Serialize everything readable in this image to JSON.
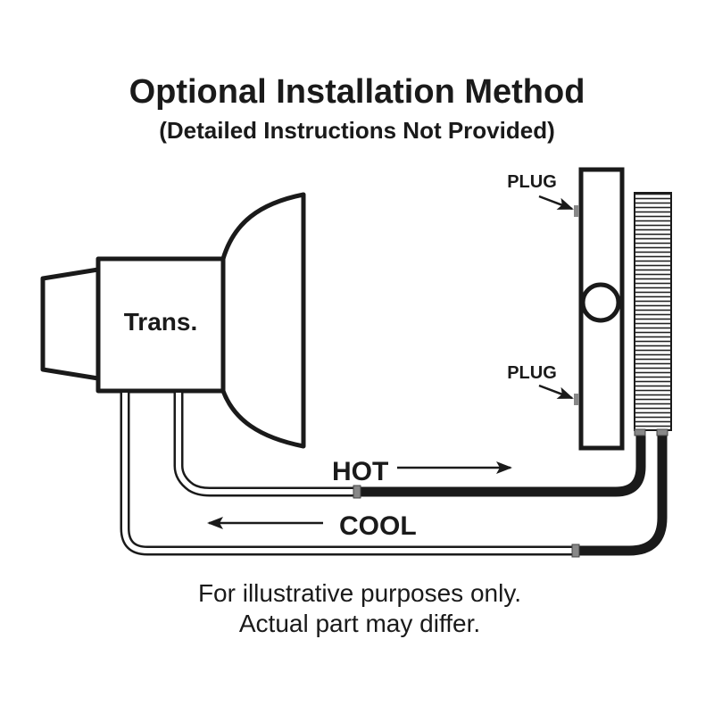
{
  "title": "Optional Installation Method",
  "subtitle": "(Detailed Instructions Not Provided)",
  "labels": {
    "transmission": "Trans.",
    "plug_top": "PLUG",
    "plug_bottom": "PLUG",
    "hot": "HOT",
    "cool": "COOL"
  },
  "footer": {
    "line1": "For illustrative purposes only.",
    "line2": "Actual part may differ."
  },
  "colors": {
    "ink": "#1a1a1a",
    "fitting": "#888888"
  }
}
